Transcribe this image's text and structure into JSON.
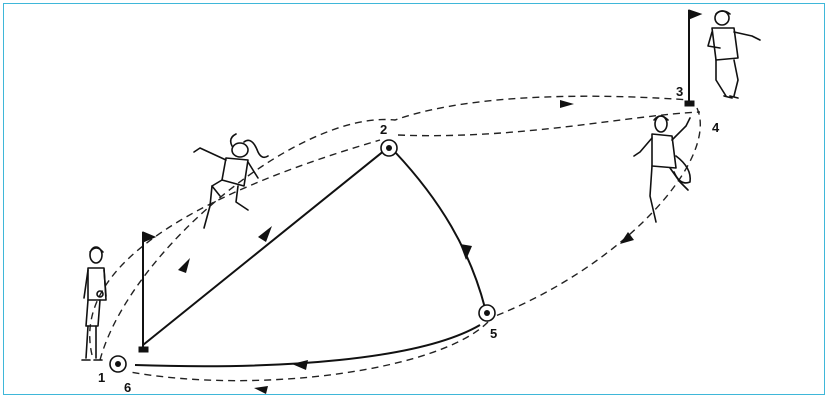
{
  "diagram": {
    "border_color": "#3fb7d9",
    "points": {
      "p1": "1",
      "p2": "2",
      "p3": "3",
      "p4": "4",
      "p5": "5",
      "p6": "6"
    }
  }
}
